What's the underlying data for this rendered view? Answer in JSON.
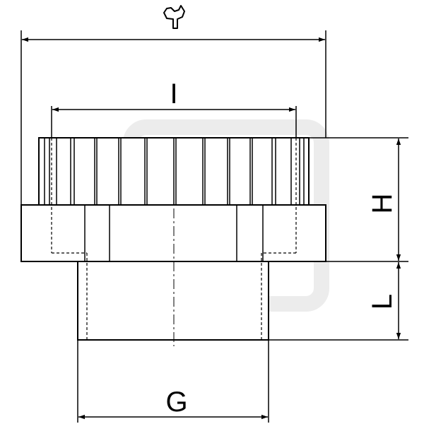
{
  "drawing": {
    "labels": {
      "overall_width": "",
      "thread_length": "I",
      "height": "H",
      "thread_height": "L",
      "thread_diameter": "G"
    },
    "icons": {
      "overall_width_icon": "wrench-icon"
    },
    "colors": {
      "line": "#000000",
      "watermark": "#f2f2f2",
      "background": "#ffffff"
    }
  }
}
